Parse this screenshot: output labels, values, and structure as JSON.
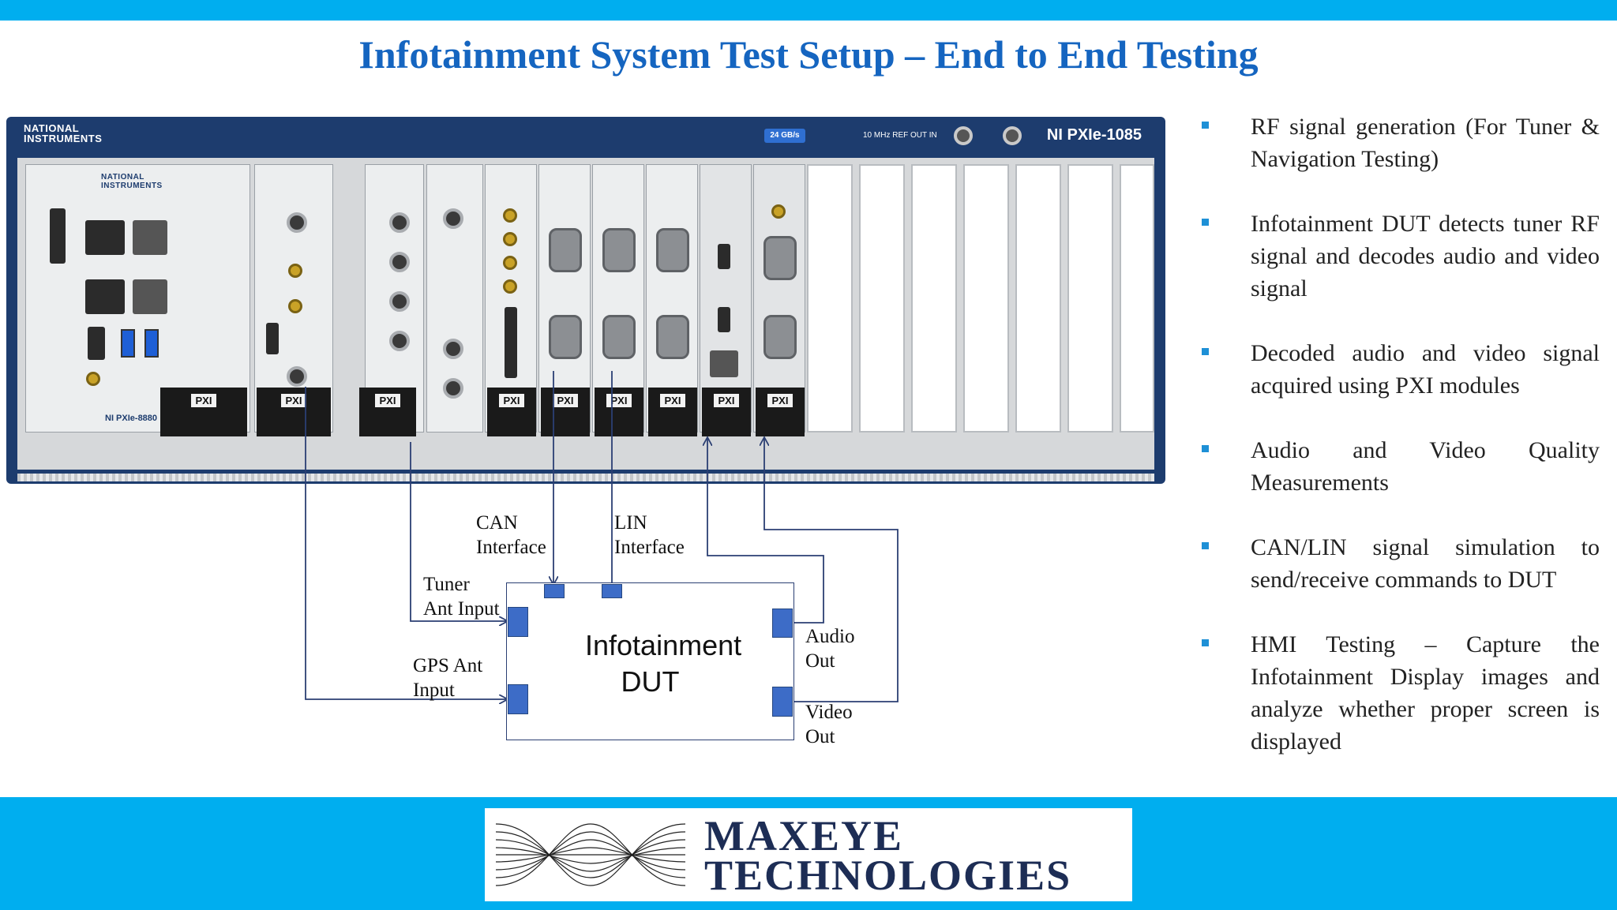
{
  "title": "Infotainment System Test Setup – End to End Testing",
  "chassis": {
    "brand": "NATIONAL INSTRUMENTS",
    "model": "NI PXIe-1085",
    "bandwidth": "24 GB/s",
    "ref_label": "10 MHz REF   OUT        IN",
    "controller": "NI PXIe-8880",
    "slot_badge": "PXI"
  },
  "bullets": [
    "RF signal generation (For Tuner & Navigation Testing)",
    "Infotainment DUT detects tuner RF signal and decodes audio and video signal",
    "Decoded audio and video signal acquired using PXI modules",
    "Audio and Video Quality Measurements",
    "CAN/LIN signal simulation to send/receive commands to DUT",
    "HMI Testing – Capture the Infotainment Display images and analyze whether proper screen is displayed"
  ],
  "diagram": {
    "dut_label": "Infotainment DUT",
    "can_label": "CAN Interface",
    "lin_label": "LIN Interface",
    "tuner_label": "Tuner Ant Input",
    "gps_label": "GPS Ant Input",
    "audio_label": "Audio Out",
    "video_label": "Video Out",
    "wire_color": "#2b3f73",
    "pin_color": "#3d6cc7"
  },
  "footer": {
    "logo_text": "MAXEYE TECHNOLOGIES",
    "bar_color": "#00aeef"
  },
  "colors": {
    "title": "#1565c0",
    "bullet": "#1e90d6"
  }
}
